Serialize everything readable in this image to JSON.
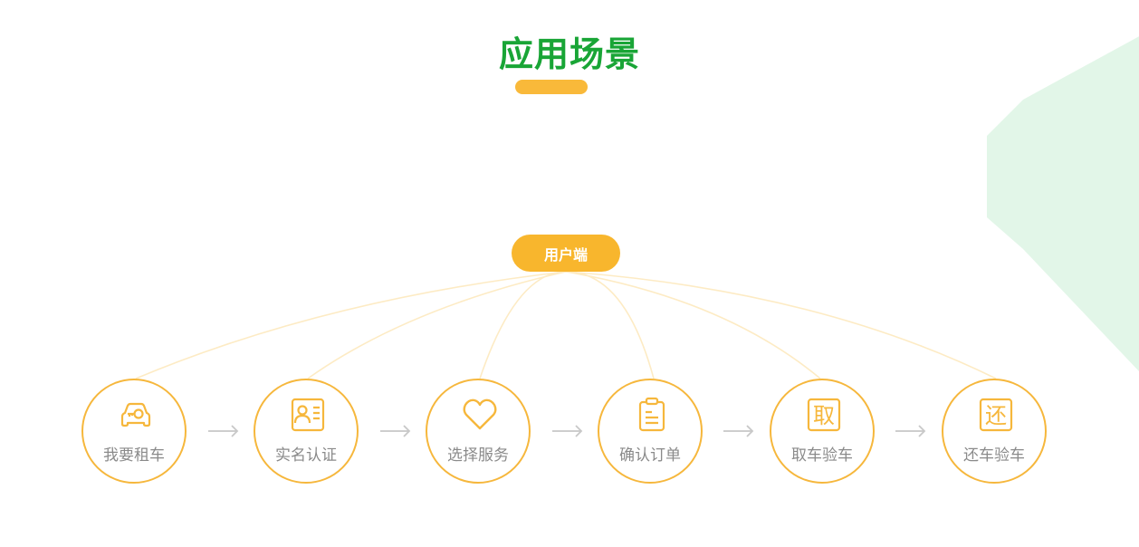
{
  "header": {
    "title": "应用场景"
  },
  "hub": {
    "label": "用户端"
  },
  "steps": [
    {
      "label": "我要租车",
      "icon": "car-key-icon"
    },
    {
      "label": "实名认证",
      "icon": "id-card-icon"
    },
    {
      "label": "选择服务",
      "icon": "heart-icon",
      "highlight": true
    },
    {
      "label": "确认订单",
      "icon": "clipboard-icon"
    },
    {
      "label": "取车验车",
      "icon": "pickup-char-icon",
      "glyph": "取"
    },
    {
      "label": "还车验车",
      "icon": "return-char-icon",
      "glyph": "还"
    }
  ],
  "colors": {
    "title": "#19a536",
    "accent": "#f8b62d",
    "connector": "#fdebc4",
    "arrow": "#c8c8c8",
    "decoration": "#e2f6e8",
    "label": "#8a8a8a"
  }
}
